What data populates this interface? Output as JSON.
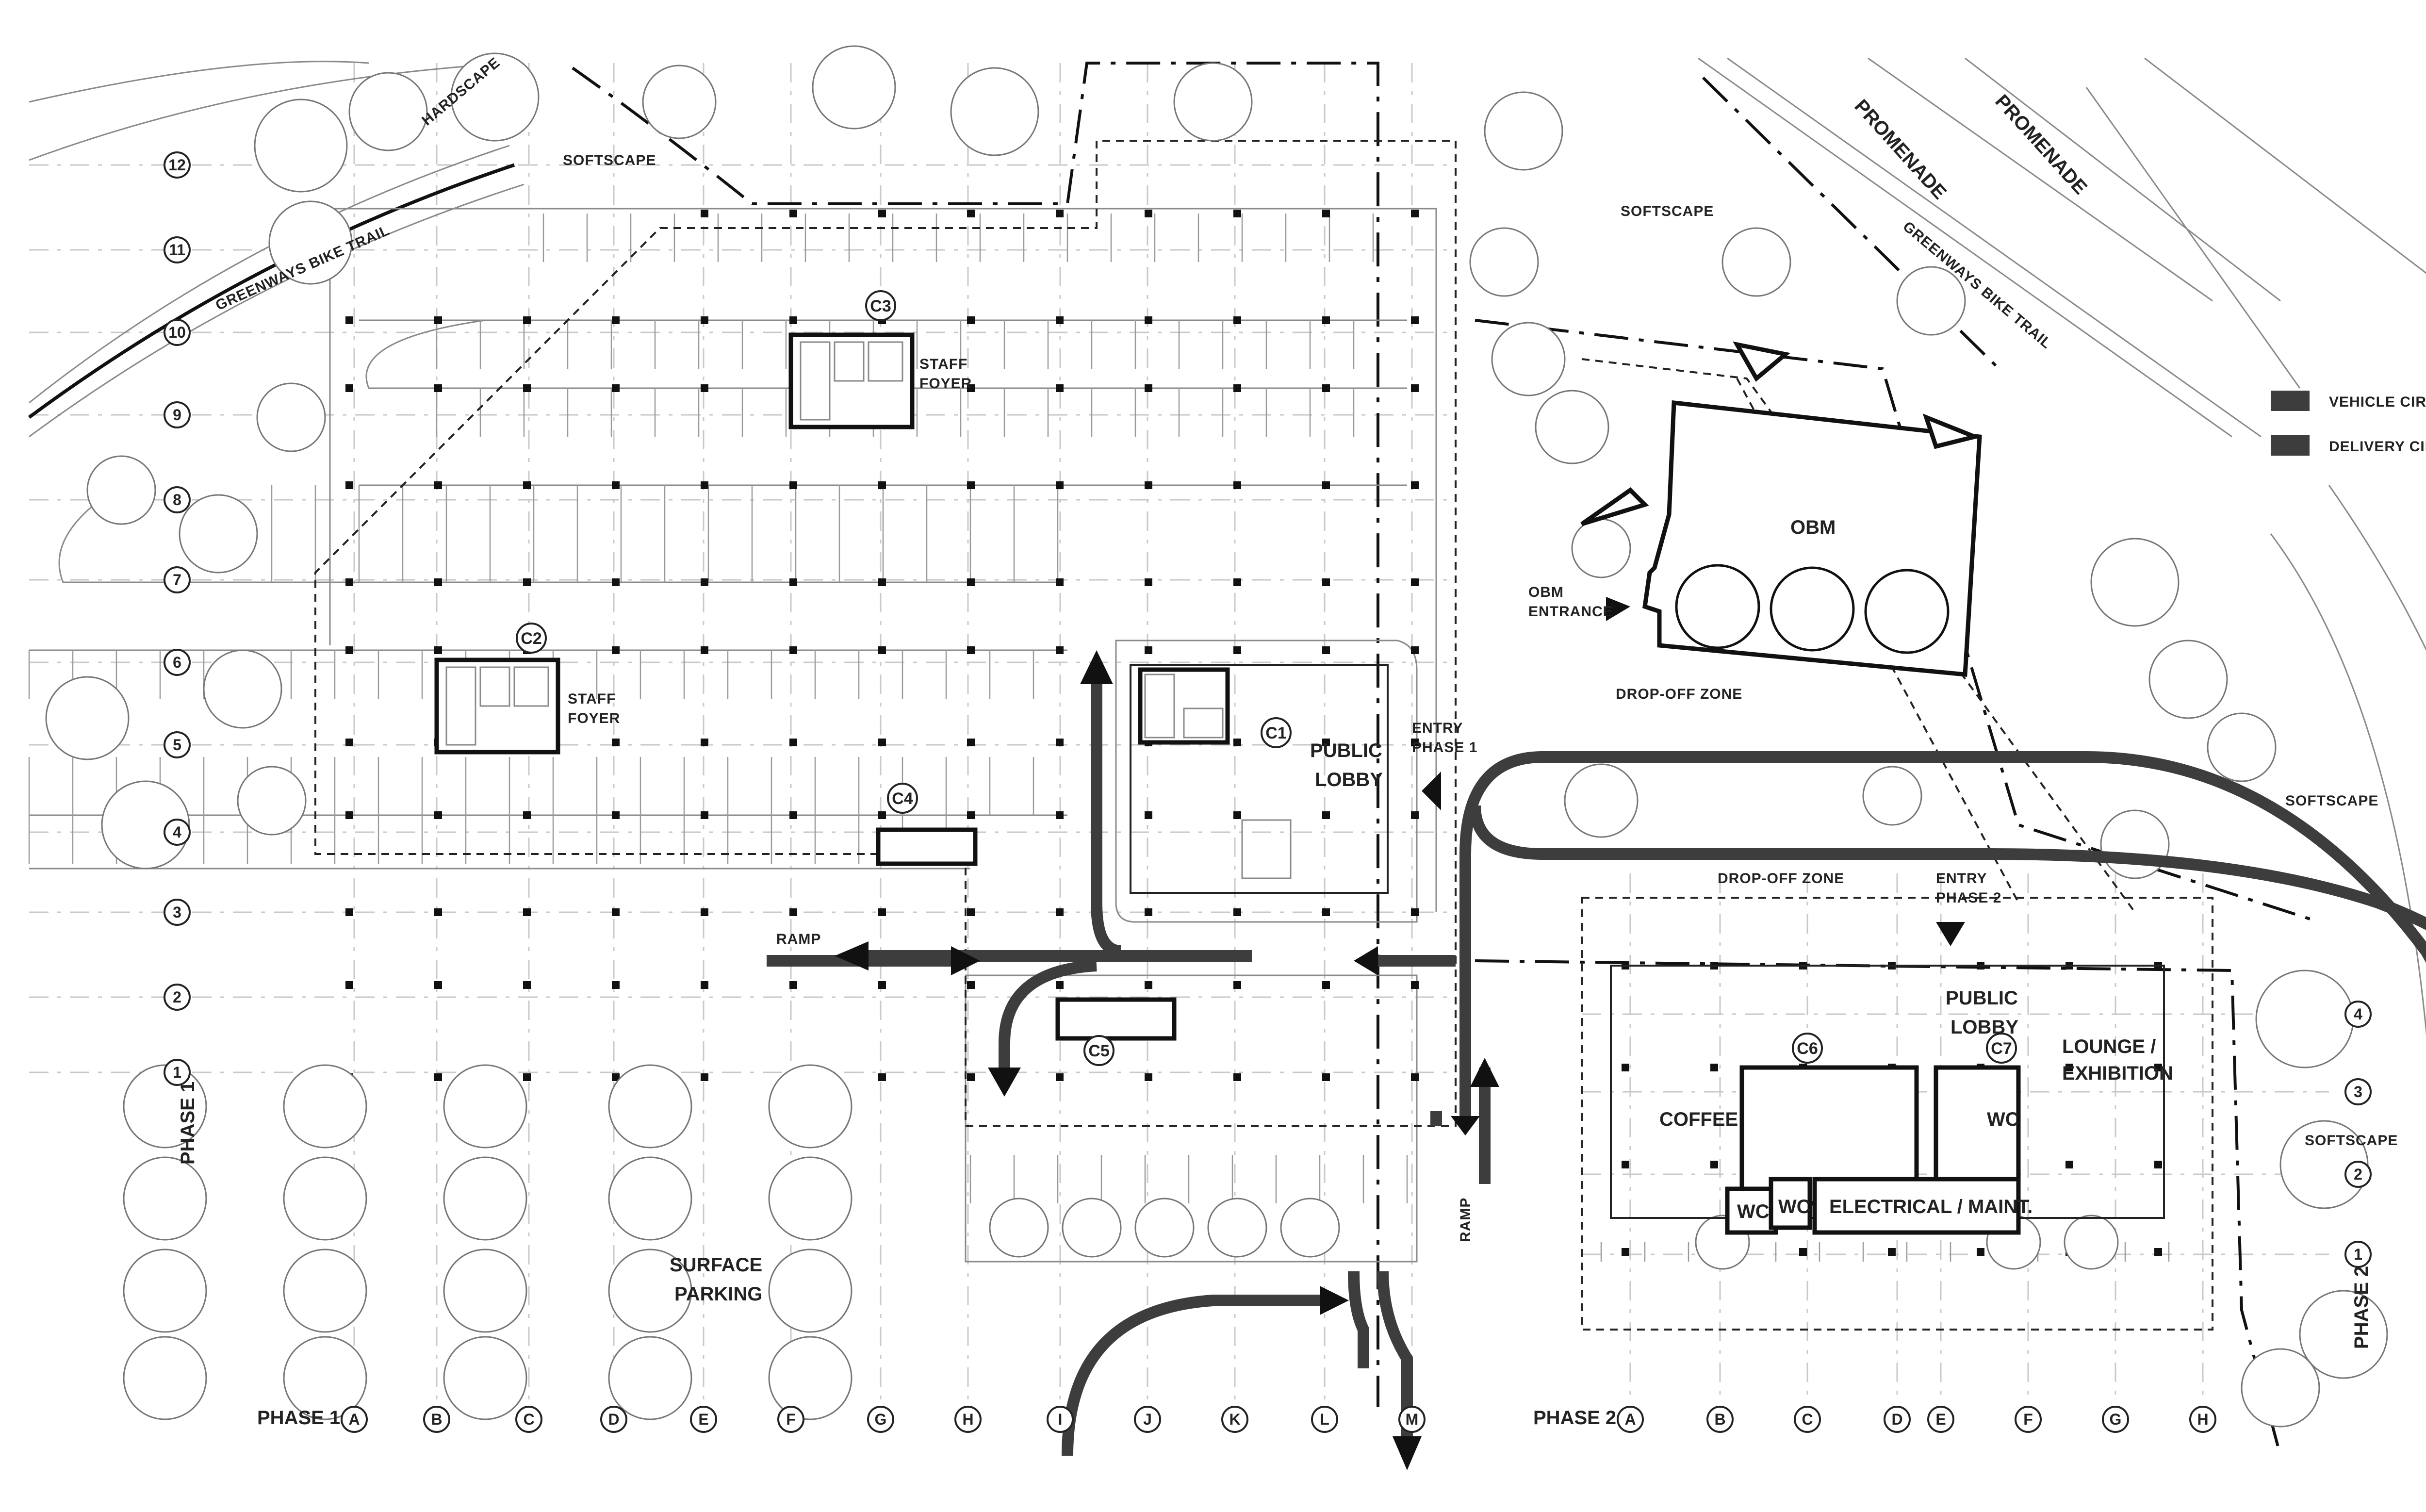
{
  "labels": {
    "hardscape": "HARDSCAPE",
    "softscape": "SOFTSCAPE",
    "greenways_bike_trail": "GREENWAYS BIKE TRAIL",
    "promenade": "PROMENADE",
    "staff_foyer_line1": "STAFF",
    "staff_foyer_line2": "FOYER",
    "obm": "OBM",
    "obm_entrance_line1": "OBM",
    "obm_entrance_line2": "ENTRANCE",
    "drop_off_zone": "DROP-OFF ZONE",
    "entry_phase1_line1": "ENTRY",
    "entry_phase1_line2": "PHASE 1",
    "entry_phase2_line1": "ENTRY",
    "entry_phase2_line2": "PHASE 2",
    "public_line": "PUBLIC",
    "lobby_line": "LOBBY",
    "lounge_line1": "LOUNGE /",
    "lounge_line2": "EXHIBITION",
    "coffee": "COFFEE",
    "wc": "WC",
    "electrical": "ELECTRICAL / MAINT.",
    "ramp": "RAMP",
    "surface_line1": "SURFACE",
    "surface_line2": "PARKING",
    "phase1": "PHASE 1",
    "phase2": "PHASE 2"
  },
  "cores": [
    "C1",
    "C2",
    "C3",
    "C4",
    "C5",
    "C6",
    "C7"
  ],
  "legend": [
    {
      "label": "VEHICLE CIRCULATION",
      "color": "#3d3d3d"
    },
    {
      "label": "DELIVERY CIRCULATION",
      "color": "#3d3d3d"
    }
  ],
  "grid_left": [
    "12",
    "11",
    "10",
    "9",
    "8",
    "7",
    "6",
    "5",
    "4",
    "3",
    "2",
    "1"
  ],
  "grid_right": [
    "4",
    "3",
    "2",
    "1"
  ],
  "phase1_columns": [
    "A",
    "B",
    "C",
    "D",
    "E",
    "F",
    "G",
    "H",
    "I",
    "J",
    "K",
    "L",
    "M"
  ],
  "phase2_columns": [
    "A",
    "B",
    "C",
    "D",
    "E",
    "F",
    "G",
    "H"
  ],
  "colors": {
    "line": "#111111",
    "circulation": "#3d3d3d",
    "grid": "#c9c9c9"
  }
}
